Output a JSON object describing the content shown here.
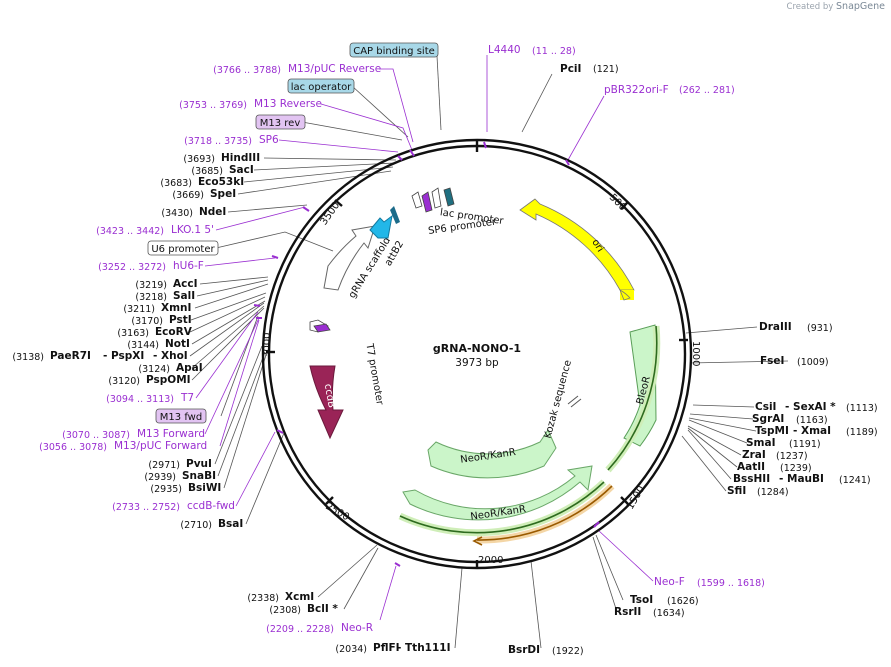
{
  "watermark": {
    "prefix": "Created by",
    "brand": "SnapGene"
  },
  "plasmid": {
    "name": "gRNA-NONO-1",
    "length": "3973 bp"
  },
  "ticks": [
    "500",
    "1000",
    "1500",
    "2000",
    "2500",
    "3000",
    "3500"
  ],
  "features": {
    "ori": "ori",
    "bleor": "BleoR",
    "neo_inner": "NeoR/KanR",
    "neo_outer": "NeoR/KanR",
    "ccdb": "ccdB",
    "kozak": "Kozak sequence",
    "t7_promoter": "T7 promoter",
    "grna": "gRNA scaffold",
    "attb2": "attB2",
    "sp6_promoter": "SP6 promoter",
    "lac_promoter": "lac promoter"
  },
  "labels": {
    "cap": {
      "name": "CAP binding site"
    },
    "l4440": {
      "name": "L4440",
      "pos": "(11 .. 28)"
    },
    "pcii": {
      "name": "PciI",
      "pos": "(121)"
    },
    "pbr": {
      "name": "pBR322ori-F",
      "pos": "(262 .. 281)"
    },
    "m13puc_rev": {
      "name": "M13/pUC Reverse",
      "pos": "(3766 .. 3788)"
    },
    "lacop": {
      "name": "lac operator"
    },
    "m13_reverse": {
      "name": "M13 Reverse",
      "pos": "(3753 .. 3769)"
    },
    "m13rev": {
      "name": "M13 rev"
    },
    "sp6": {
      "name": "SP6",
      "pos": "(3718 .. 3735)"
    },
    "hindiii": {
      "name": "HindIII",
      "pos": "(3693)"
    },
    "saci": {
      "name": "SacI",
      "pos": "(3685)"
    },
    "eco53ki": {
      "name": "Eco53kI",
      "pos": "(3683)"
    },
    "spei": {
      "name": "SpeI",
      "pos": "(3669)"
    },
    "ndei": {
      "name": "NdeI",
      "pos": "(3430)"
    },
    "lko": {
      "name": "LKO.1 5'",
      "pos": "(3423 .. 3442)"
    },
    "u6": {
      "name": "U6 promoter"
    },
    "hu6": {
      "name": "hU6-F",
      "pos": "(3252 .. 3272)"
    },
    "acci": {
      "name": "AccI",
      "pos": "(3219)"
    },
    "sali": {
      "name": "SalI",
      "pos": "(3218)"
    },
    "xmni": {
      "name": "XmnI",
      "pos": "(3211)"
    },
    "psti": {
      "name": "PstI",
      "pos": "(3170)"
    },
    "ecorv": {
      "name": "EcoRV",
      "pos": "(3163)"
    },
    "noti": {
      "name": "NotI",
      "pos": "(3144)"
    },
    "paer7i": {
      "name": "PaeR7I",
      "mid": "- PspXI",
      "end": "- XhoI",
      "pos": "(3138)"
    },
    "apai": {
      "name": "ApaI",
      "pos": "(3124)"
    },
    "pspomi": {
      "name": "PspOMI",
      "pos": "(3120)"
    },
    "t7": {
      "name": "T7",
      "pos": "(3094 .. 3113)"
    },
    "m13fwd": {
      "name": "M13 fwd"
    },
    "m13_forward": {
      "name": "M13 Forward",
      "pos": "(3070 .. 3087)"
    },
    "m13puc_fwd": {
      "name": "M13/pUC Forward",
      "pos": "(3056 .. 3078)"
    },
    "pvui": {
      "name": "PvuI",
      "pos": "(2971)"
    },
    "snabi": {
      "name": "SnaBI",
      "pos": "(2939)"
    },
    "bsiwi": {
      "name": "BsiWI",
      "pos": "(2935)"
    },
    "ccdbfwd": {
      "name": "ccdB-fwd",
      "pos": "(2733 .. 2752)"
    },
    "bsai": {
      "name": "BsaI",
      "pos": "(2710)"
    },
    "xcmi": {
      "name": "XcmI",
      "pos": "(2338)"
    },
    "bcli": {
      "name": "BclI *",
      "pos": "(2308)"
    },
    "neor": {
      "name": "Neo-R",
      "pos": "(2209 .. 2228)"
    },
    "pflfi": {
      "name": "PflFI",
      "end": "- Tth111I",
      "pos": "(2034)"
    },
    "bsrdi": {
      "name": "BsrDI",
      "pos": "(1922)"
    },
    "draiii": {
      "name": "DraIII",
      "pos": "(931)"
    },
    "fsei": {
      "name": "FseI",
      "pos": "(1009)"
    },
    "csii": {
      "name": "CsiI",
      "end": "- SexAI *",
      "pos": "(1113)"
    },
    "sgrai": {
      "name": "SgrAI",
      "pos": "(1163)"
    },
    "tspmi": {
      "name": "TspMI",
      "end": "- XmaI",
      "pos": "(1189)"
    },
    "smai": {
      "name": "SmaI",
      "pos": "(1191)"
    },
    "zrai": {
      "name": "ZraI",
      "pos": "(1237)"
    },
    "aatii": {
      "name": "AatII",
      "pos": "(1239)"
    },
    "bsshii": {
      "name": "BssHII",
      "end": "- MauBI",
      "pos": "(1241)"
    },
    "sfii": {
      "name": "SfiI",
      "pos": "(1284)"
    },
    "neof": {
      "name": "Neo-F",
      "pos": "(1599 .. 1618)"
    },
    "tsoi": {
      "name": "TsoI",
      "pos": "(1626)"
    },
    "rsrii": {
      "name": "RsrII",
      "pos": "(1634)"
    }
  }
}
